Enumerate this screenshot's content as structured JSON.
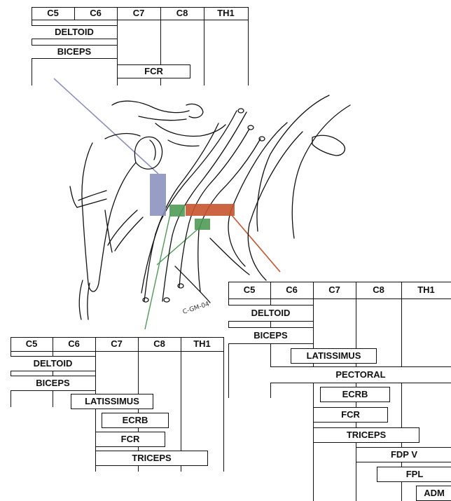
{
  "colors": {
    "purple_marker": "#8D92BD",
    "green_marker": "#4F9A57",
    "orange_marker": "#C6552E",
    "ink": "#111111"
  },
  "panel_top": {
    "levels": [
      "C5",
      "C6",
      "C7",
      "C8",
      "TH1"
    ],
    "muscles": [
      "DELTOID",
      "BICEPS",
      "FCR"
    ]
  },
  "panel_left": {
    "levels": [
      "C5",
      "C6",
      "C7",
      "C8",
      "TH1"
    ],
    "muscles": [
      "DELTOID",
      "BICEPS",
      "LATISSIMUS",
      "ECRB",
      "FCR",
      "TRICEPS"
    ]
  },
  "panel_right": {
    "levels": [
      "C5",
      "C6",
      "C7",
      "C8",
      "TH1"
    ],
    "muscles": [
      "DELTOID",
      "BICEPS",
      "LATISSIMUS",
      "PECTORAL",
      "ECRB",
      "FCR",
      "TRICEPS",
      "FDP V",
      "FPL",
      "ADM"
    ]
  },
  "illustration": {
    "signature": "C-GM-04",
    "icon": "brachial-plexus-illustration"
  }
}
